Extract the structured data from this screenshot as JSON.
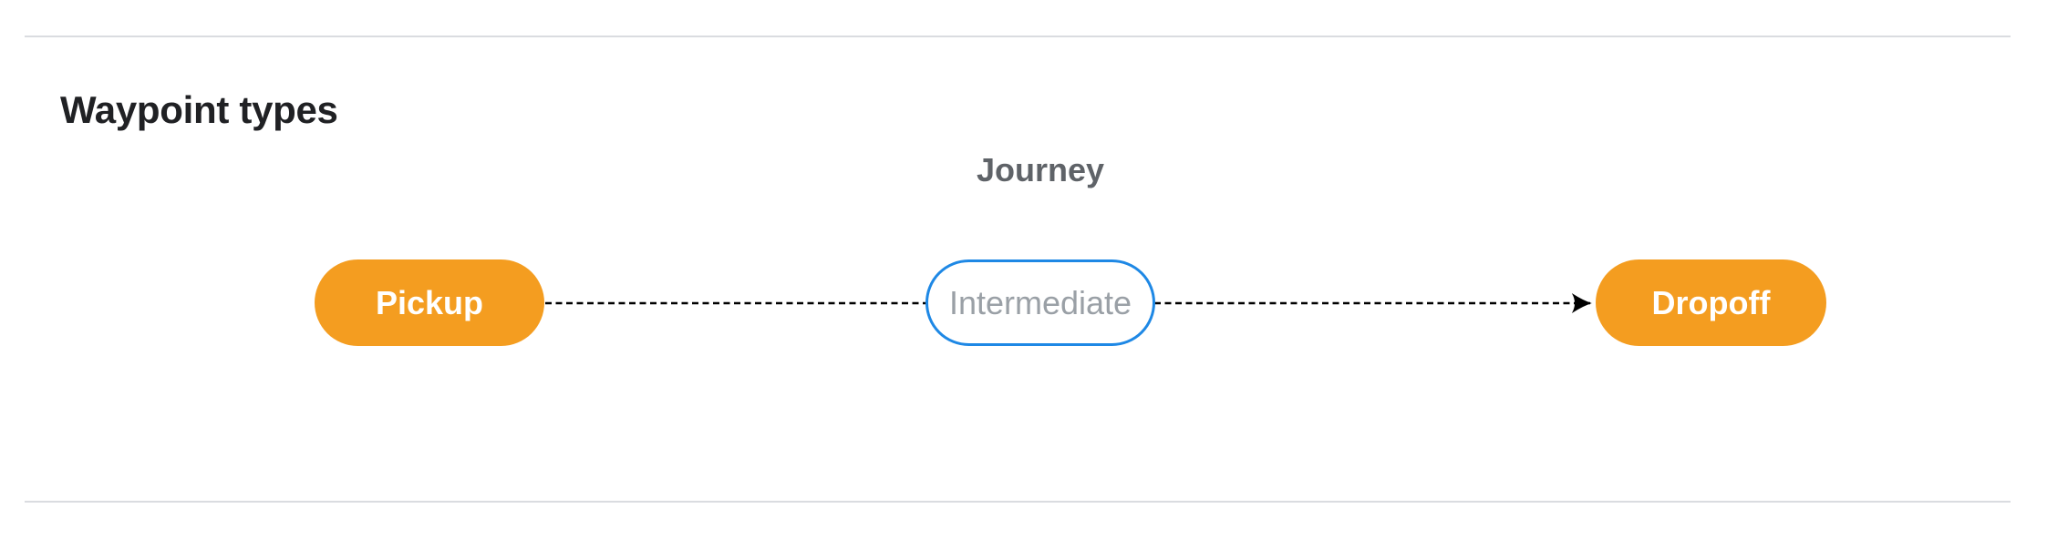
{
  "section": {
    "title": "Waypoint types"
  },
  "diagram": {
    "label": "Journey",
    "nodes": [
      {
        "id": "pickup",
        "label": "Pickup",
        "style": "filled-orange"
      },
      {
        "id": "intermediate",
        "label": "Intermediate",
        "style": "outlined-blue"
      },
      {
        "id": "dropoff",
        "label": "Dropoff",
        "style": "filled-orange"
      }
    ],
    "connectors": [
      {
        "from": "pickup",
        "to": "intermediate",
        "line": "dashed",
        "arrowhead": false
      },
      {
        "from": "intermediate",
        "to": "dropoff",
        "line": "dashed",
        "arrowhead": true
      }
    ]
  },
  "colors": {
    "node_fill_orange": "#F49D20",
    "node_border_blue": "#1E88E5",
    "node_text_white": "#FFFFFF",
    "node_text_gray": "#9AA0A6",
    "heading_text": "#202124",
    "journey_label_text": "#5F6368",
    "connector_black": "#000000",
    "divider_gray": "#DADCE0"
  }
}
